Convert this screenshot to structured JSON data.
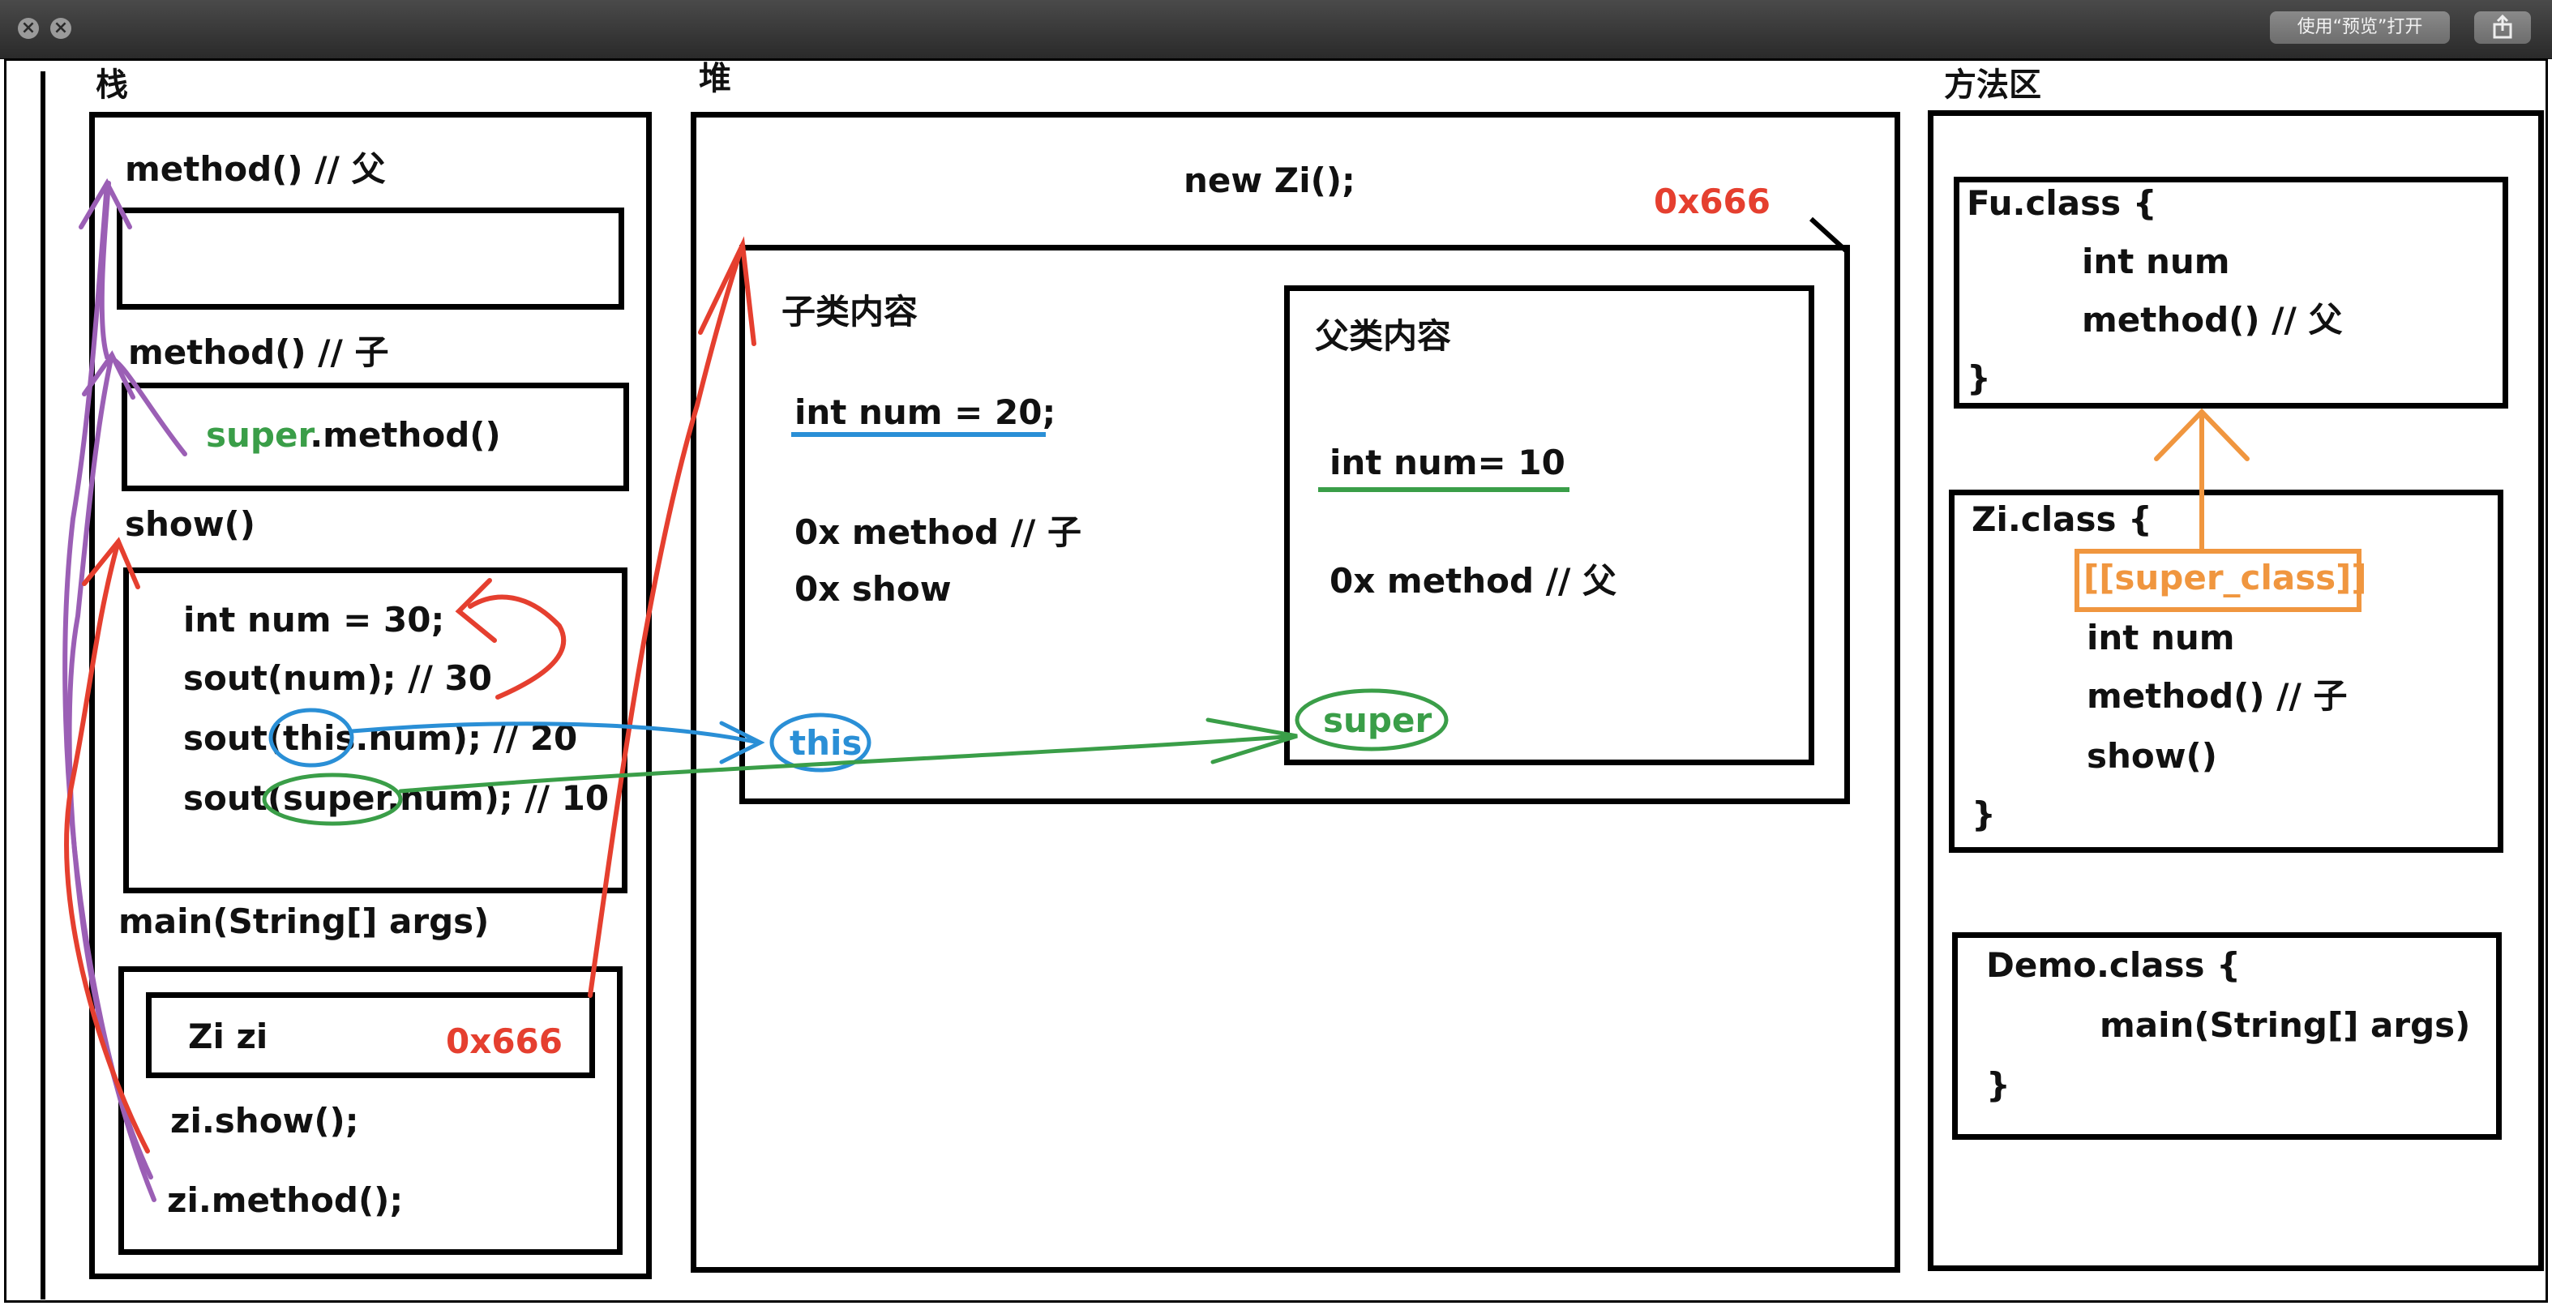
{
  "window": {
    "open_with_preview": "使用“预览”打开",
    "share_icon": "share-icon"
  },
  "stack": {
    "title": "栈",
    "frames": [
      {
        "header": "method() // 父",
        "lines": []
      },
      {
        "header": "method() // 子",
        "lines": [
          "super.method()"
        ]
      },
      {
        "header": "show()",
        "lines": [
          "int num = 30;",
          "sout(num); // 30",
          "sout(this.num); // 20",
          "sout(super.num); // 10"
        ]
      },
      {
        "header": "main(String[] args)",
        "lines": [
          "Zi zi",
          "0x666",
          "zi.show();",
          "zi.method();"
        ]
      }
    ],
    "super_keyword": "super",
    "super_rest": ".method()"
  },
  "heap": {
    "title": "堆",
    "new_expr": "new Zi();",
    "address": "0x666",
    "child_title": "子类内容",
    "child_field": "int num = 20;",
    "child_method": "0x method // 子",
    "child_show": "0x show",
    "this_label": "this",
    "parent_title": "父类内容",
    "parent_field": "int num= 10",
    "parent_method": "0x method // 父",
    "super_label": "super"
  },
  "method_area": {
    "title": "方法区",
    "fu_class": [
      "Fu.class {",
      "int num",
      "method() // 父",
      "}"
    ],
    "zi_class": [
      "Zi.class {",
      "[[super_class]]",
      "int num",
      "method() // 子",
      "show()",
      "}"
    ],
    "demo_class": [
      "Demo.class {",
      "main(String[] args)",
      "}"
    ]
  },
  "colors": {
    "red": "#e53f2f",
    "green": "#3a9e48",
    "blue": "#2a8fd6",
    "orange": "#f0963f",
    "purple": "#9b5fb5"
  }
}
